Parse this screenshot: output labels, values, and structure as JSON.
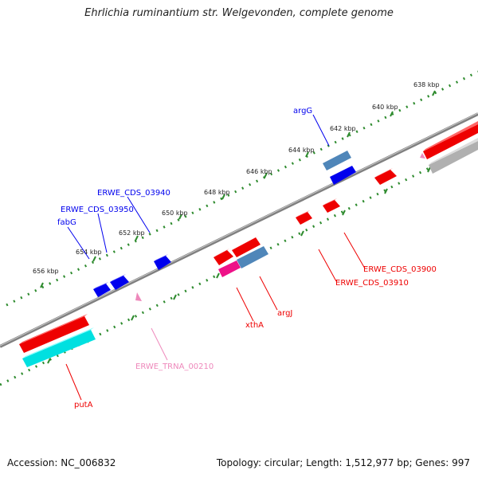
{
  "title": "Ehrlichia ruminantium str. Welgevonden, complete genome",
  "footer": {
    "accession": "Accession: NC_006832",
    "summary": "Topology: circular; Length: 1,512,977 bp; Genes: 997"
  },
  "ticks": [
    "638 kbp",
    "640 kbp",
    "642 kbp",
    "644 kbp",
    "646 kbp",
    "648 kbp",
    "650 kbp",
    "652 kbp",
    "654 kbp",
    "656 kbp"
  ],
  "genes": {
    "argG": "argG",
    "erwe_cds_03940": "ERWE_CDS_03940",
    "erwe_cds_03950": "ERWE_CDS_03950",
    "fabG": "fabG",
    "erwe_cds_03900": "ERWE_CDS_03900",
    "erwe_cds_03910": "ERWE_CDS_03910",
    "argJ": "argJ",
    "xthA": "xthA",
    "erwe_trna_00210": "ERWE_TRNA_00210",
    "putA": "putA"
  },
  "colors": {
    "forward": "#0000ee",
    "reverse": "#ee0000",
    "trna": "#ee88bb",
    "steel": "#4f86b9",
    "cyan": "#00e0e0",
    "magenta": "#ee1188",
    "grey": "#b0b0b0",
    "ruler": "#2e8b2e",
    "backbone": "#808080"
  }
}
